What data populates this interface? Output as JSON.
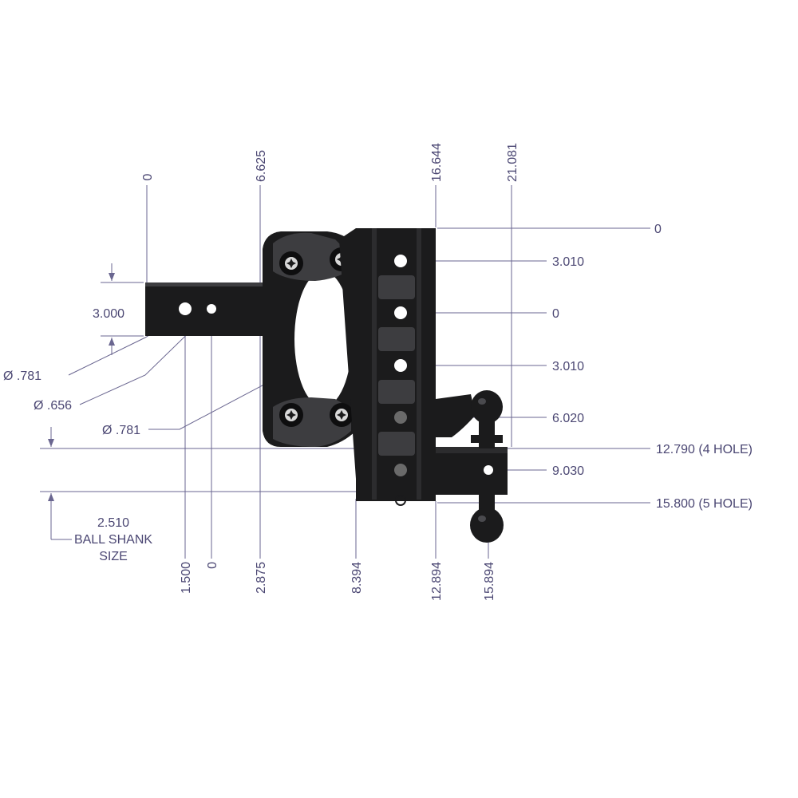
{
  "labels": {
    "top": {
      "d0": "0",
      "d6625": "6.625",
      "d16644": "16.644",
      "d21081": "21.081"
    },
    "right": {
      "d0_top": "0",
      "d3010_a": "3.010",
      "d0_mid": "0",
      "d3010_b": "3.010",
      "d6020": "6.020",
      "d12790": "12.790 (4 HOLE)",
      "d9030": "9.030",
      "d15800": "15.800 (5 HOLE)"
    },
    "left": {
      "d3000": "3.000",
      "dia781_a": "Ø .781",
      "dia656": "Ø .656",
      "dia781_b": "Ø .781",
      "shank_value": "2.510",
      "shank_line1": "BALL SHANK",
      "shank_line2": "SIZE"
    },
    "bottom": {
      "d1500": "1.500",
      "d0": "0",
      "d2875": "2.875",
      "d8394": "8.394",
      "d12894": "12.894",
      "d15894": "15.894"
    }
  },
  "colors": {
    "dimension_text": "#4b4773",
    "dimension_line": "#6a6690",
    "part": "#1b1b1c",
    "background": "#ffffff"
  },
  "icons": {
    "bolt": "torx-bolt-icon",
    "hitch_ball": "hitch-ball-icon"
  }
}
